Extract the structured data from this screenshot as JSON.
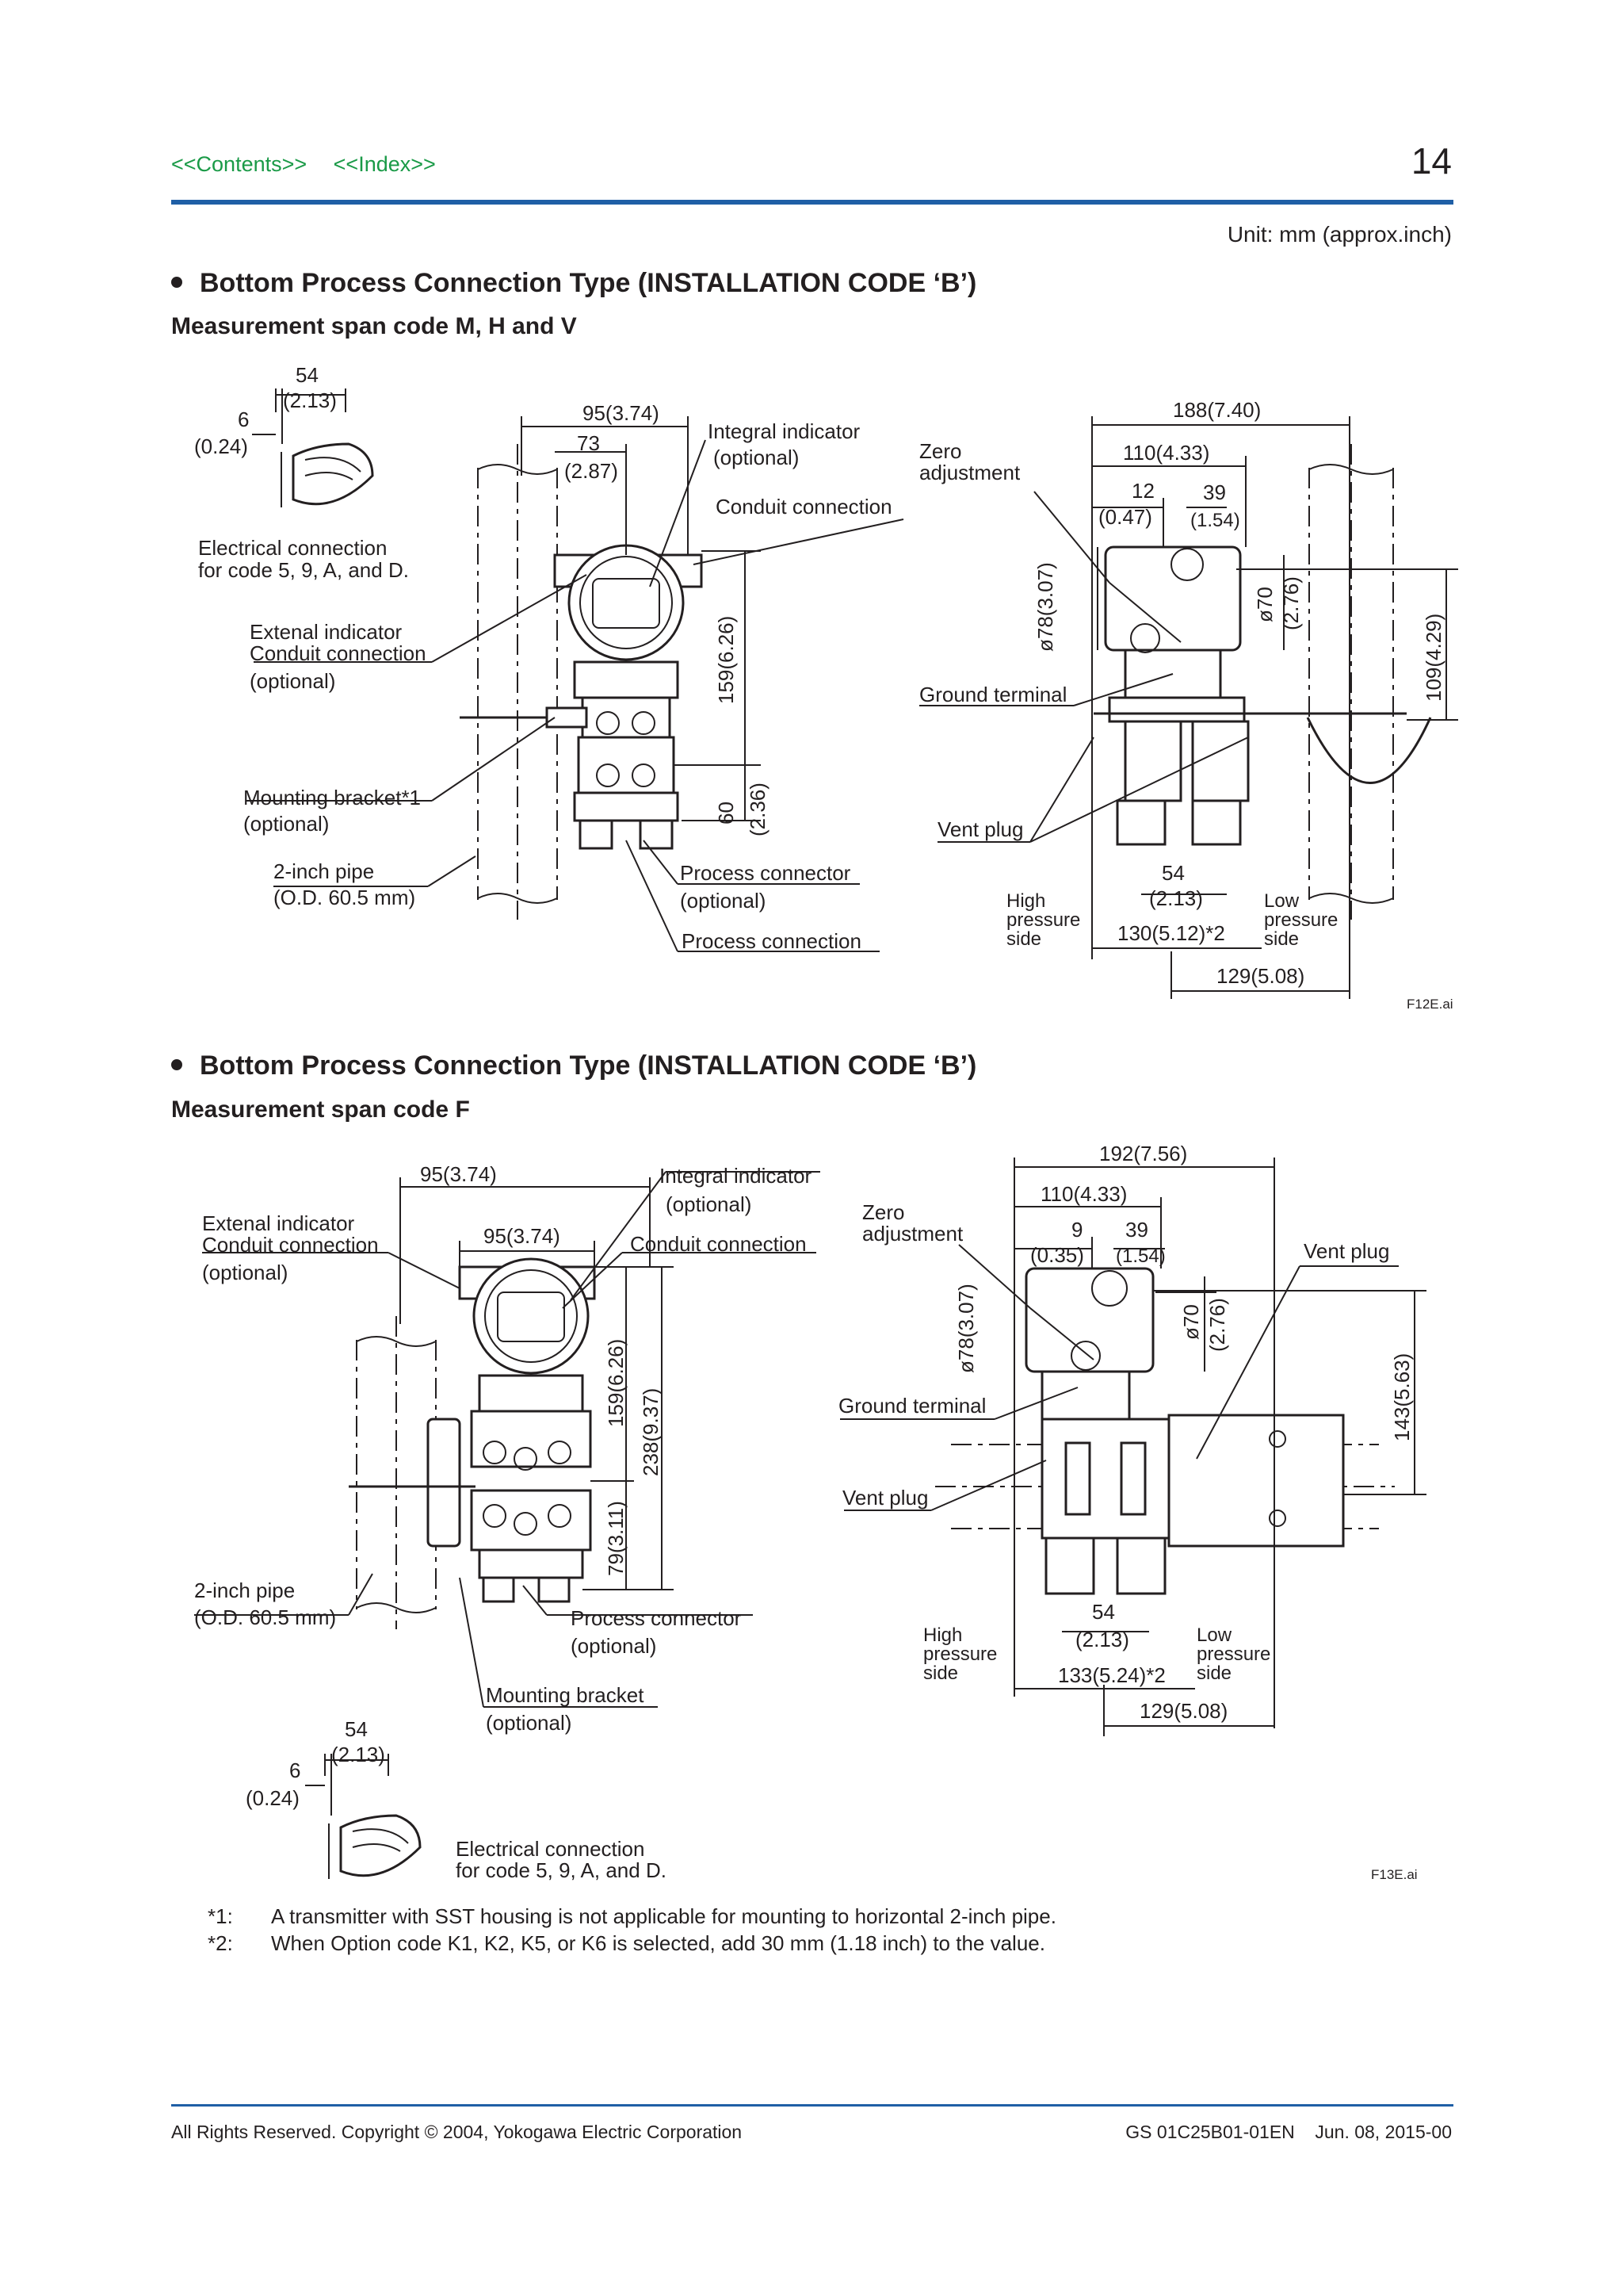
{
  "header": {
    "links": [
      "<<Contents>>",
      "<<Index>>"
    ],
    "page_number": "14",
    "unit_note": "Unit: mm (approx.inch)"
  },
  "sections": [
    {
      "title": "Bottom Process Connection Type (INSTALLATION CODE ‘B’)",
      "subtitle": "Measurement span code M, H and V",
      "figure_id": "F12E.ai",
      "labels": {
        "dim_54_213": [
          "54",
          "(2.13)"
        ],
        "dim_6_024": [
          "6",
          "(0.24)"
        ],
        "elec_conn": [
          "Electrical connection",
          "for code 5, 9, A, and D."
        ],
        "dim_95_374": "95(3.74)",
        "dim_73_287": [
          "73",
          "(2.87)"
        ],
        "integral_indicator": [
          "Integral indicator",
          "(optional)"
        ],
        "conduit_connection": "Conduit connection",
        "ext_indicator": [
          "Extenal indicator",
          "Conduit connection",
          "(optional)"
        ],
        "dim_159_626": "159(6.26)",
        "dim_60_236": [
          "60",
          "(2.36)"
        ],
        "mounting_bracket": [
          "Mounting bracket*1",
          "(optional)"
        ],
        "pipe": [
          "2-inch pipe",
          "(O.D. 60.5 mm)"
        ],
        "process_connector": [
          "Process connector",
          "(optional)"
        ],
        "process_connection": "Process connection",
        "dim_188_740": "188(7.40)",
        "zero_adjustment": [
          "Zero",
          "adjustment"
        ],
        "dim_110_433": "110(4.33)",
        "dim_12_047": [
          "12",
          "(0.47)"
        ],
        "dim_39_154": [
          "39",
          "(1.54)"
        ],
        "dim_78_307": "ø78(3.07)",
        "dim_70_276": [
          "ø70",
          "(2.76)"
        ],
        "dim_109_429": "109(4.29)",
        "ground_terminal": "Ground terminal",
        "vent_plug": "Vent plug",
        "dim_54_213_b": [
          "54",
          "(2.13)"
        ],
        "high_side": [
          "High",
          "pressure",
          "side"
        ],
        "low_side": [
          "Low",
          "pressure",
          "side"
        ],
        "dim_130_512": "130(5.12)*2",
        "dim_129_508": "129(5.08)"
      }
    },
    {
      "title": "Bottom Process Connection Type (INSTALLATION CODE ‘B’)",
      "subtitle": "Measurement span code F",
      "figure_id": "F13E.ai",
      "labels": {
        "dim_95_374_a": "95(3.74)",
        "ext_indicator": [
          "Extenal indicator",
          "Conduit connection",
          "(optional)"
        ],
        "integral_indicator": [
          "Integral indicator",
          "(optional)"
        ],
        "dim_95_374_b": "95(3.74)",
        "conduit_connection": "Conduit connection",
        "dim_159_626": "159(6.26)",
        "dim_238_937": "238(9.37)",
        "dim_79_311": "79(3.11)",
        "pipe": [
          "2-inch pipe",
          "(O.D. 60.5 mm)"
        ],
        "process_connector": [
          "Process connector",
          "(optional)"
        ],
        "mounting_bracket": [
          "Mounting bracket",
          "(optional)"
        ],
        "dim_54_213": [
          "54",
          "(2.13)"
        ],
        "dim_6_024": [
          "6",
          "(0.24)"
        ],
        "elec_conn": [
          "Electrical connection",
          "for code 5, 9, A, and D."
        ],
        "dim_192_756": "192(7.56)",
        "zero_adjustment": [
          "Zero",
          "adjustment"
        ],
        "dim_110_433": "110(4.33)",
        "dim_9_035": [
          "9",
          "(0.35)"
        ],
        "dim_39_154": [
          "39",
          "(1.54)"
        ],
        "vent_plug_a": "Vent plug",
        "dim_78_307": "ø78(3.07)",
        "dim_70_276": [
          "ø70",
          "(2.76)"
        ],
        "dim_143_563": "143(5.63)",
        "ground_terminal": "Ground terminal",
        "vent_plug_b": "Vent plug",
        "dim_54_213_b": [
          "54",
          "(2.13)"
        ],
        "high_side": [
          "High",
          "pressure",
          "side"
        ],
        "low_side": [
          "Low",
          "pressure",
          "side"
        ],
        "dim_133_524": "133(5.24)*2",
        "dim_129_508": "129(5.08)"
      }
    }
  ],
  "notes": [
    {
      "key": "*1:",
      "text": "A transmitter with SST housing is not applicable for mounting to horizontal 2-inch pipe."
    },
    {
      "key": "*2:",
      "text": "When Option code K1, K2, K5, or K6 is selected, add 30 mm (1.18 inch) to the value."
    }
  ],
  "footer": {
    "copyright": "All Rights Reserved. Copyright © 2004, Yokogawa Electric Corporation",
    "doc_id": "GS 01C25B01-01EN",
    "date": "Jun. 08, 2015-00"
  },
  "colors": {
    "link": "#1a9a47",
    "rule": "#1f5fa6",
    "text": "#231f20"
  }
}
